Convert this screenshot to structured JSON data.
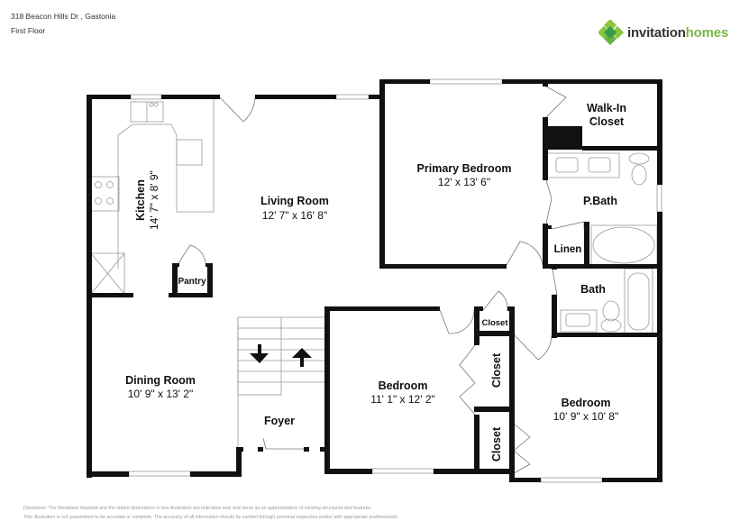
{
  "header": {
    "address": "318 Beacon Hills Dr , Gastonia",
    "floor": "First Floor"
  },
  "brand": {
    "name_part1": "invitation",
    "name_part2": "homes",
    "icon": "green-diamond-logo-icon",
    "colors": {
      "light_green": "#8cc63f",
      "dark_green": "#3a9a47",
      "mid_green": "#66b446"
    }
  },
  "rooms": {
    "kitchen": {
      "name": "Kitchen",
      "dims": "14' 7\" x 8' 9\""
    },
    "living_room": {
      "name": "Living Room",
      "dims": "12' 7\" x 16' 8\""
    },
    "primary_bedroom": {
      "name": "Primary Bedroom",
      "dims": "12' x 13' 6\""
    },
    "walk_in_closet": {
      "name_line1": "Walk-In",
      "name_line2": "Closet"
    },
    "primary_bath": {
      "name": "P.Bath"
    },
    "linen": {
      "name": "Linen"
    },
    "bath": {
      "name": "Bath"
    },
    "pantry": {
      "name": "Pantry"
    },
    "dining_room": {
      "name": "Dining Room",
      "dims": "10' 9\" x 13' 2\""
    },
    "foyer": {
      "name": "Foyer"
    },
    "bedroom_2": {
      "name": "Bedroom",
      "dims": "11' 1\" x 12' 2\""
    },
    "bedroom_3": {
      "name": "Bedroom",
      "dims": "10' 9\" x 10' 8\""
    },
    "closet_small": {
      "name": "Closet"
    },
    "closet_upper": {
      "name": "Closet"
    },
    "closet_lower": {
      "name": "Closet"
    }
  },
  "disclaimer": {
    "line1": "Disclaimer: The floorplans depicted and the stated dimensions in this illustration are indicative only and serve as an approximation of existing structures and features.",
    "line2": "This illustration is not guaranteed to be accurate or complete. The accuracy of all information should be verified through personal inspection and/or with appropriate professionals."
  }
}
